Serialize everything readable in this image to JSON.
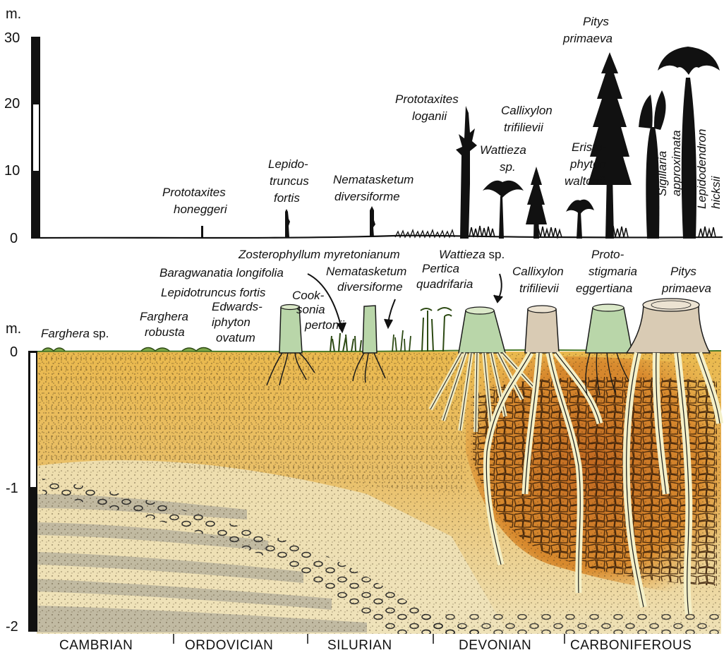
{
  "upper_scale": {
    "unit": "m.",
    "ticks": [
      "30",
      "20",
      "10",
      "0"
    ]
  },
  "lower_scale": {
    "unit": "m.",
    "ticks": [
      "0",
      "-1",
      "-2"
    ]
  },
  "upper_labels": {
    "prototaxites_honeggeri": [
      "Prototaxites",
      "honeggeri"
    ],
    "lepidotruncus_fortis": [
      "Lepido-",
      "truncus",
      "fortis"
    ],
    "nematasketum_diversiforme": [
      "Nematasketum",
      "diversiforme"
    ],
    "prototaxites_loganii": [
      "Prototaxites",
      "loganii"
    ],
    "wattieza_sp": [
      "Wattieza",
      "sp."
    ],
    "callixylon_trifilievii": [
      "Callixylon",
      "trifilievii"
    ],
    "eristophyton_waltonii": [
      "Eristo-",
      "phyton",
      "waltonii"
    ],
    "pitys_primaeva": [
      "Pitys",
      "primaeva"
    ],
    "sigillaria_approximata": [
      "Sigillaria",
      "approximata"
    ],
    "lepidodendron_hicksii": [
      "Lepidodendron",
      "hicksii"
    ]
  },
  "lower_labels": {
    "farghera_sp": {
      "italic": "Farghera",
      "plain": " sp."
    },
    "farghera_robusta": [
      "Farghera",
      "robusta"
    ],
    "edwardsiphyton_ovatum": [
      "Edwards-",
      "iphyton",
      "ovatum"
    ],
    "lepidotruncus_fortis": "Lepidotruncus fortis",
    "baragwanatia_longifolia": "Baragwanatia longifolia",
    "zosterophyllum_myretonianum": "Zosterophyllum myretonianum",
    "cooksonia_pertonii": [
      "Cook-",
      "sonia",
      "pertonii"
    ],
    "nematasketum_diversiforme": [
      "Nematasketum",
      "diversiforme"
    ],
    "pertica_quadrifaria": [
      "Pertica",
      "quadrifaria"
    ],
    "wattieza_sp": {
      "italic": "Wattieza",
      "plain": " sp."
    },
    "callixylon_trifilievii": [
      "Callixylon",
      "trifilievii"
    ],
    "protostigmaria_eggertiana": [
      "Proto-",
      "stigmaria",
      "eggertiana"
    ],
    "pitys_primaeva": [
      "Pitys",
      "primaeva"
    ]
  },
  "periods": [
    "CAMBRIAN",
    "ORDOVICIAN",
    "SILURIAN",
    "DEVONIAN",
    "CARBONIFEROUS"
  ],
  "colors": {
    "soil_tan": "#ead9a8",
    "soil_orange": "#e3a83a",
    "soil_deep": "#c9702a",
    "root_cream": "#f4f0c8",
    "stump_green": "#b9d6a9",
    "stump_grey": "#d9cbb4",
    "grey_band": "#b9b39d",
    "ink": "#111111"
  }
}
